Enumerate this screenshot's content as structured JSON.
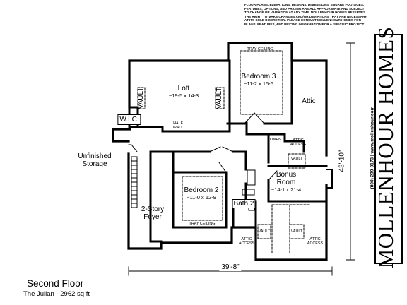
{
  "disclaimer": [
    "FLOOR PLANS, ELEVATIONS, DESIGNS, DIMENSIONS, SQUARE FOOTAGES,",
    "FEATURES, OPTIONS, AND PRICING ARE ALL APPROXIMATE AND SUBJECT",
    "TO CHANGE OR VARIATION AT ANY TIME. MOLLENHOUR HOMES RESERVES",
    "THE RIGHT TO MAKE CHANGES AND/OR DEVIATIONS THAT ARE NECESSARY",
    "AT ITS SOLE DISCRETION. PLEASE CONSULT MOLLENHOUR HOMES FOR",
    "PLANS, FEATURES, AND PRICING INFORMATION FOR A SPECIFIC PROJECT."
  ],
  "brand": {
    "name": "MOLLENHOUR HOMES",
    "contact": "(800) 239-0173 | www.mollenhour.com"
  },
  "plan": {
    "title": "Second Floor",
    "subtitle": "The Julian - 2962 sq ft",
    "overall_width": "39'-8\"",
    "overall_depth": "43'-10\""
  },
  "rooms": {
    "loft": {
      "name": "Loft",
      "size": "~19-5 x 14-3"
    },
    "bedroom3": {
      "name": "Bedroom 3",
      "size": "~11-2 x 15-6"
    },
    "attic": {
      "name": "Attic"
    },
    "storage": {
      "name_line1": "Unfinished",
      "name_line2": "Storage"
    },
    "bedroom2": {
      "name": "Bedroom 2",
      "size": "~11-0 x 12-9"
    },
    "foyer": {
      "name_line1": "2-Story",
      "name_line2": "Foyer"
    },
    "bonus": {
      "name_line1": "Bonus",
      "name_line2": "Room",
      "size": "~14-1 x 21-4"
    },
    "bath2": {
      "name": "Bath 2"
    },
    "wic": {
      "name": "W.I.C."
    }
  },
  "notes": {
    "tray_ceiling_top": "TRAY CEILING",
    "tray_ceiling_bottom": "TRAY CEILING",
    "half_wall_1": "HALF",
    "half_wall_2": "WALL",
    "linen": "LINEN",
    "vault": "VAULT",
    "attic_access_1": "ATTIC",
    "attic_access_2": "ACCESS"
  }
}
